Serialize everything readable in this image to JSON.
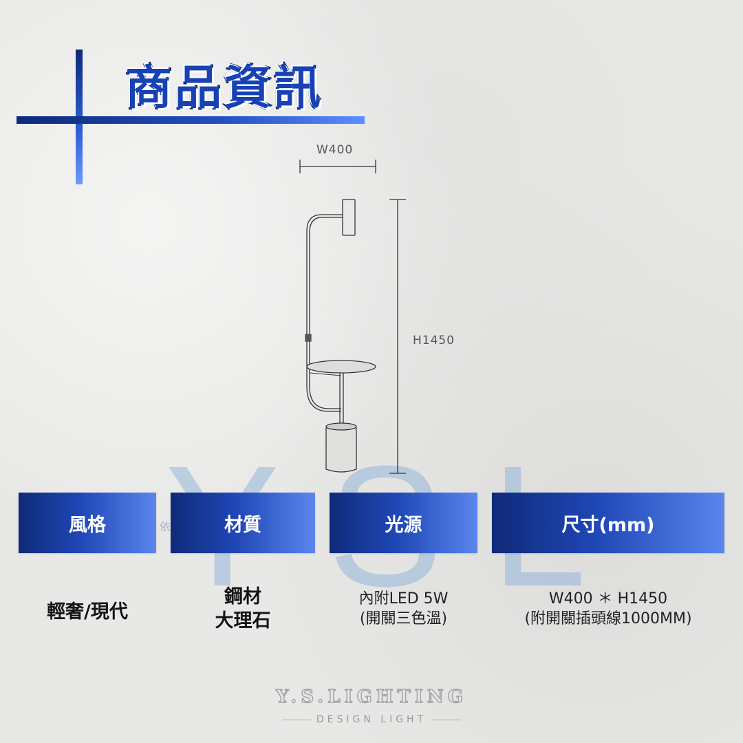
{
  "title": "商品資訊",
  "watermark": {
    "letters": "YSL",
    "small": "依 Y"
  },
  "diagram": {
    "width_label": "W400",
    "height_label": "H1450"
  },
  "table": {
    "headers": [
      "風格",
      "材質",
      "光源",
      "尺寸(mm)"
    ],
    "style_value": "輕奢/現代",
    "material_line1": "鋼材",
    "material_line2": "大理石",
    "light_line1": "內附LED 5W",
    "light_line2": "(開關三色溫)",
    "size_line1": "W400 ＊ H1450",
    "size_line2": "(附開關插頭線1000MM)"
  },
  "brand": {
    "name": "Y.S.LIGHTING",
    "sub": "DESIGN LIGHT"
  },
  "colors": {
    "accent": "#1741b4",
    "header_start": "#0f2a7a",
    "header_end": "#5a86ee"
  }
}
